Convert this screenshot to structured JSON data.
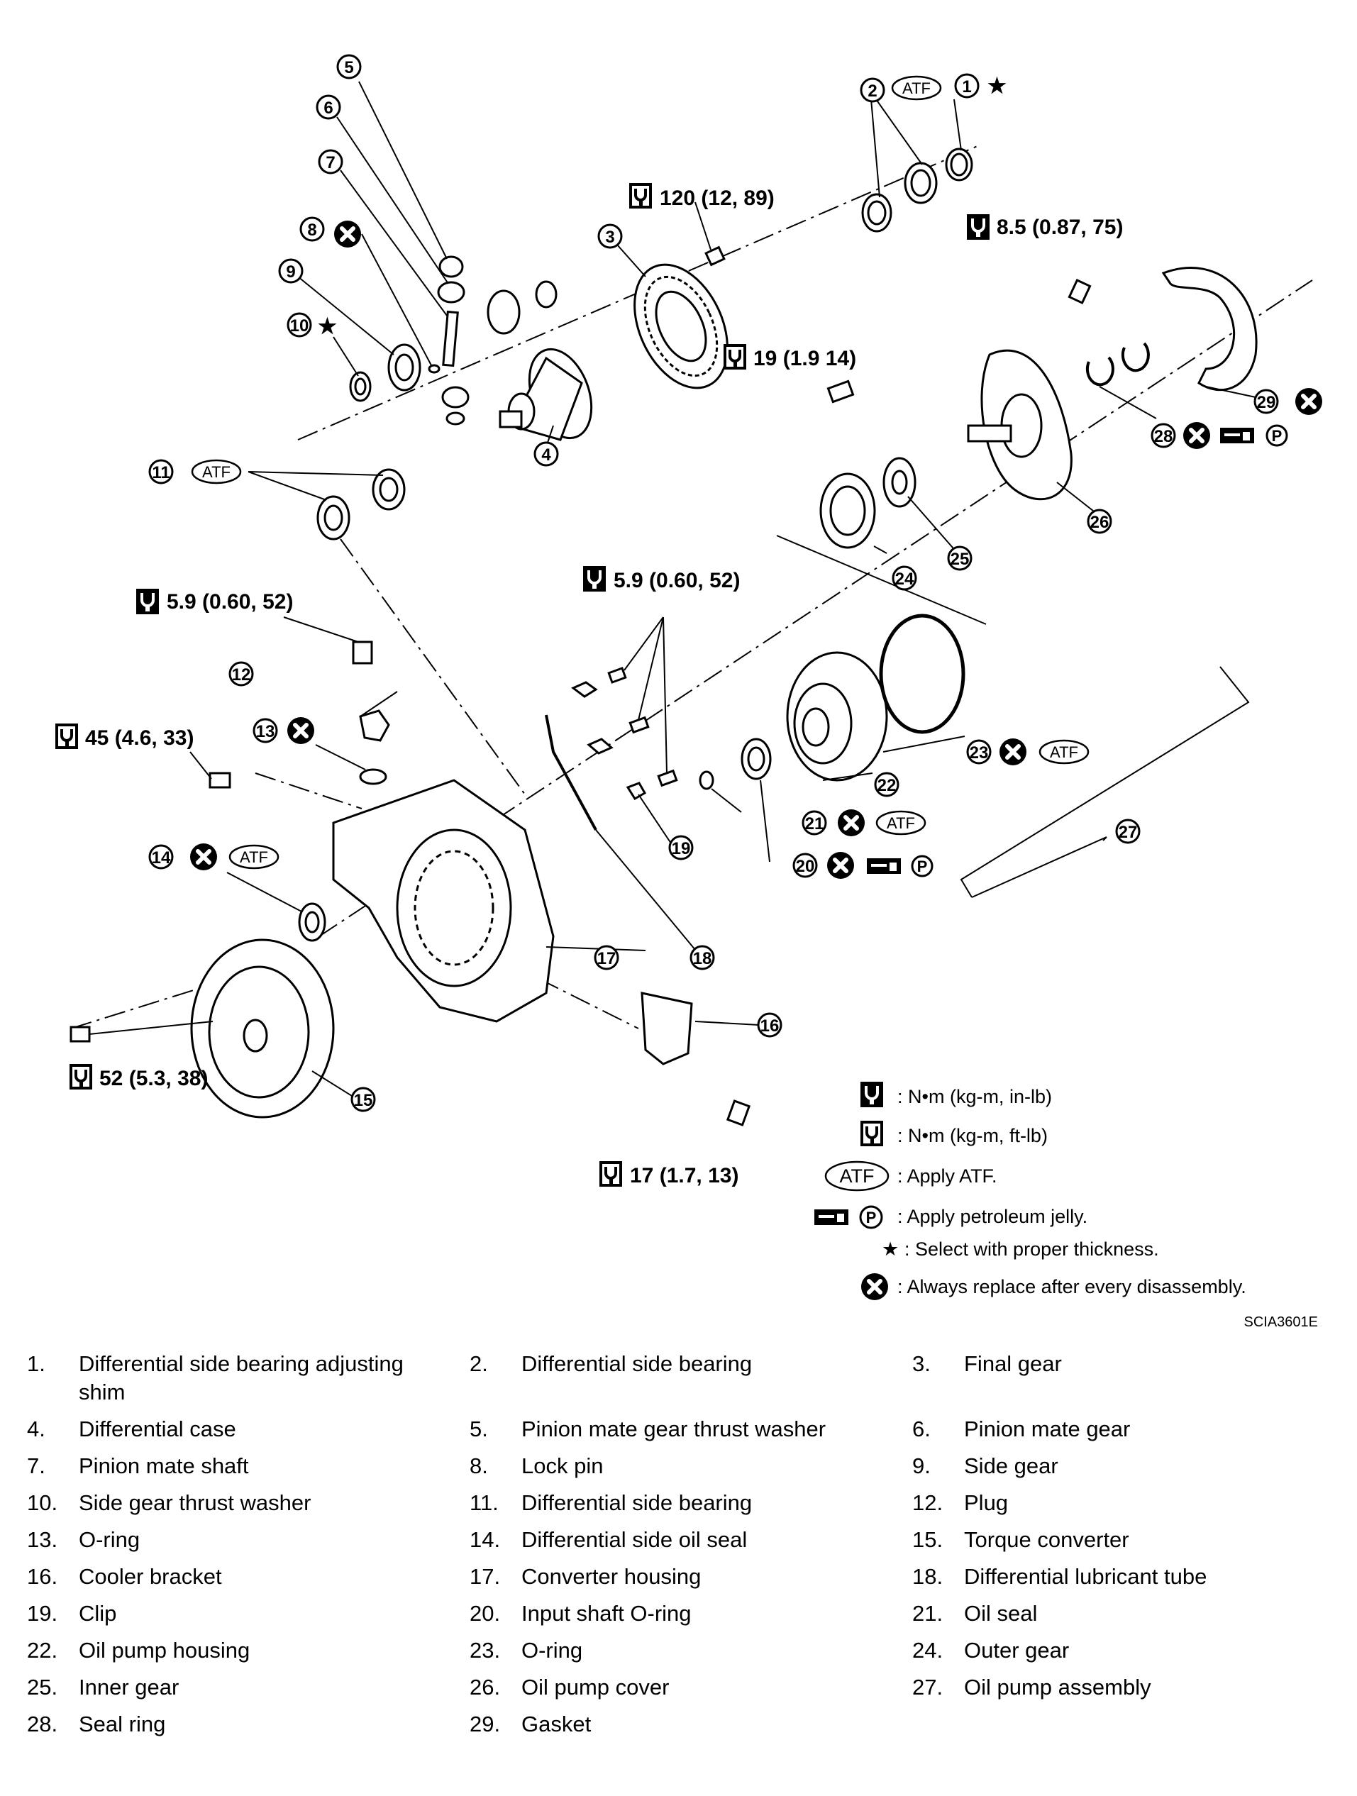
{
  "figure_code": "SCIA3601E",
  "symbols": {
    "atf_badge": "ATF",
    "petroleum_p": "P",
    "star": "★"
  },
  "torques": {
    "t120": "120 (12, 89)",
    "t85": "8.5 (0.87, 75)",
    "t19": "19 (1.9 14)",
    "t59a": "5.9 (0.60, 52)",
    "t59b": "5.9 (0.60, 52)",
    "t45": "45 (4.6, 33)",
    "t52": "52 (5.3, 38)",
    "t17": "17 (1.7, 13)"
  },
  "legend": {
    "inlb": ": N•m (kg-m, in-lb)",
    "ftlb": ": N•m (kg-m, ft-lb)",
    "atf": ": Apply ATF.",
    "jelly": ": Apply petroleum jelly.",
    "select": ": Select with proper thickness.",
    "replace": ": Always replace after every disassembly."
  },
  "callouts": [
    "1",
    "2",
    "3",
    "4",
    "5",
    "6",
    "7",
    "8",
    "9",
    "10",
    "11",
    "12",
    "13",
    "14",
    "15",
    "16",
    "17",
    "18",
    "19",
    "20",
    "21",
    "22",
    "23",
    "24",
    "25",
    "26",
    "27",
    "28",
    "29"
  ],
  "parts": [
    {
      "num": "1.",
      "name": "Differential side bearing adjusting shim"
    },
    {
      "num": "2.",
      "name": "Differential side bearing"
    },
    {
      "num": "3.",
      "name": "Final gear"
    },
    {
      "num": "4.",
      "name": "Differential case"
    },
    {
      "num": "5.",
      "name": "Pinion mate gear thrust washer"
    },
    {
      "num": "6.",
      "name": "Pinion mate gear"
    },
    {
      "num": "7.",
      "name": "Pinion mate shaft"
    },
    {
      "num": "8.",
      "name": "Lock pin"
    },
    {
      "num": "9.",
      "name": "Side gear"
    },
    {
      "num": "10.",
      "name": "Side gear thrust washer"
    },
    {
      "num": "11.",
      "name": "Differential side bearing"
    },
    {
      "num": "12.",
      "name": "Plug"
    },
    {
      "num": "13.",
      "name": "O-ring"
    },
    {
      "num": "14.",
      "name": "Differential side oil seal"
    },
    {
      "num": "15.",
      "name": "Torque converter"
    },
    {
      "num": "16.",
      "name": "Cooler bracket"
    },
    {
      "num": "17.",
      "name": "Converter housing"
    },
    {
      "num": "18.",
      "name": "Differential lubricant tube"
    },
    {
      "num": "19.",
      "name": "Clip"
    },
    {
      "num": "20.",
      "name": "Input shaft O-ring"
    },
    {
      "num": "21.",
      "name": "Oil seal"
    },
    {
      "num": "22.",
      "name": "Oil pump housing"
    },
    {
      "num": "23.",
      "name": "O-ring"
    },
    {
      "num": "24.",
      "name": "Outer gear"
    },
    {
      "num": "25.",
      "name": "Inner gear"
    },
    {
      "num": "26.",
      "name": "Oil pump cover"
    },
    {
      "num": "27.",
      "name": "Oil pump assembly"
    },
    {
      "num": "28.",
      "name": "Seal ring"
    },
    {
      "num": "29.",
      "name": "Gasket"
    }
  ]
}
